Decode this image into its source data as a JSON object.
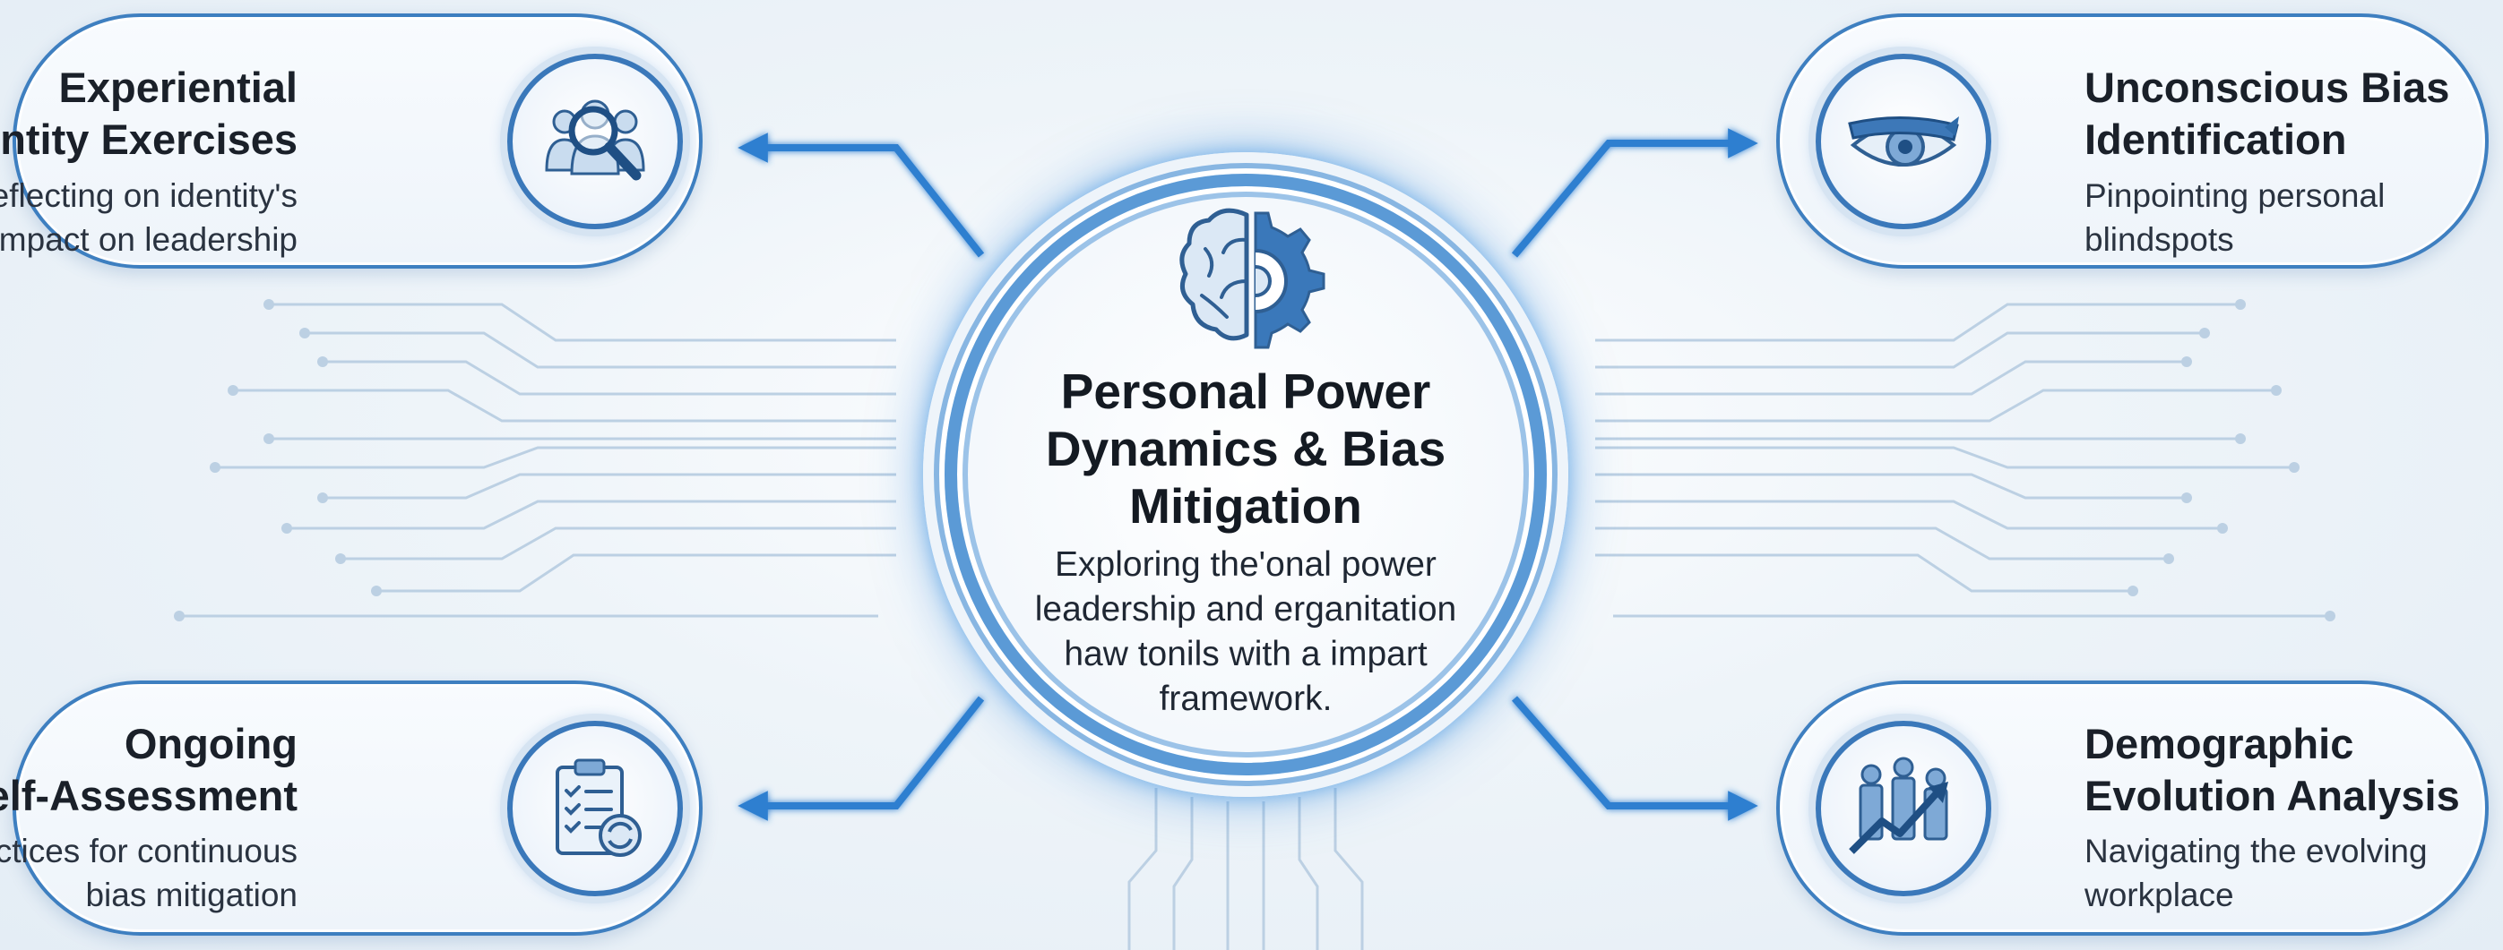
{
  "center": {
    "title_lines": [
      "Personal Power",
      "Dynamics & Bias",
      "Mitigation"
    ],
    "desc_lines": [
      "Exploring the'onal power",
      "leadership and erganitation",
      "haw tonils with a impart",
      "framework."
    ],
    "icon": "brain-gear-icon"
  },
  "nodes": {
    "top_left": {
      "title_lines": [
        "Experiential",
        "Identity Exercises"
      ],
      "desc_lines": [
        "Reflecting on identity's",
        "impact on leadership"
      ],
      "icon": "people-magnifier-icon"
    },
    "top_right": {
      "title_lines": [
        "Unconscious Bias",
        "Identification"
      ],
      "desc_lines": [
        "Pinpointing personal",
        "blindspots"
      ],
      "icon": "blindfolded-eye-icon"
    },
    "bottom_left": {
      "title_lines": [
        "Ongoing",
        "Self-Assessment"
      ],
      "desc_lines": [
        "Practices for continuous",
        "bias mitigation"
      ],
      "icon": "clipboard-checklist-icon"
    },
    "bottom_right": {
      "title_lines": [
        "Demographic",
        "Evolution Analysis"
      ],
      "desc_lines": [
        "Navigating the evolving",
        "workplace"
      ],
      "icon": "people-growth-chart-icon"
    }
  },
  "colors": {
    "accent": "#3e7fc0",
    "arrow": "#2e7fd0",
    "glow": "#5b9ad6",
    "circuit": "#b9cde0"
  }
}
